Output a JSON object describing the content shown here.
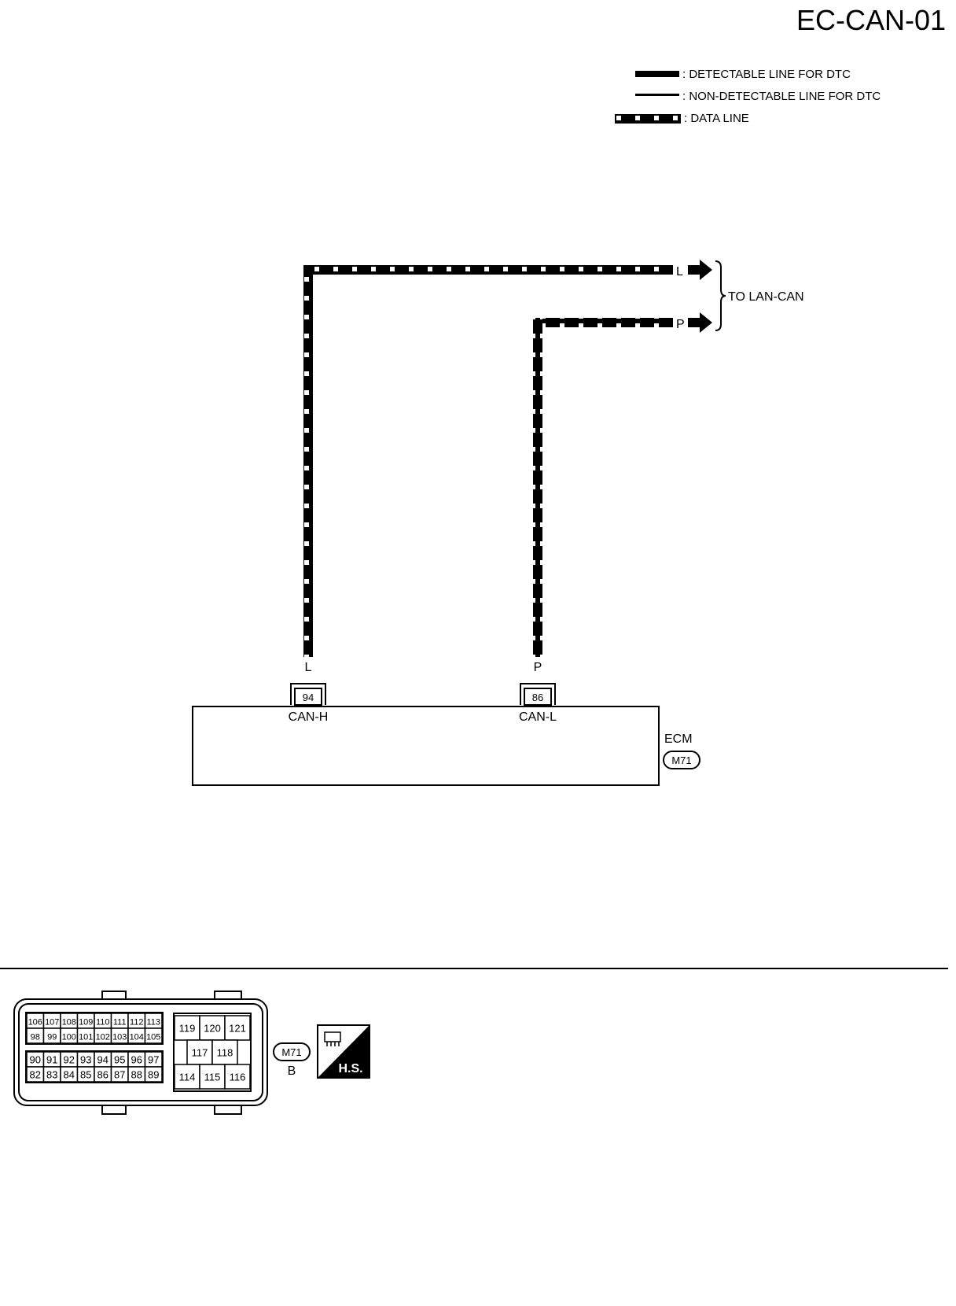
{
  "page_id": "EC-CAN-01",
  "legend": {
    "detectable": ": DETECTABLE LINE FOR DTC",
    "non_detectable": ": NON-DETECTABLE LINE FOR DTC",
    "data_line": ": DATA LINE"
  },
  "wires": {
    "left_top_color": "L",
    "right_top_color": "P",
    "left_bottom_color": "L",
    "right_bottom_color": "P",
    "destination": "TO LAN-CAN"
  },
  "ecm": {
    "name": "ECM",
    "connector_id": "M71",
    "pin_left": "94",
    "pin_left_label": "CAN-H",
    "pin_right": "86",
    "pin_right_label": "CAN-L"
  },
  "connector_view": {
    "connector_id": "M71",
    "color_code": "B",
    "hs_label": "H.S.",
    "left_block_top_row1": [
      "106",
      "107",
      "108",
      "109",
      "110",
      "111",
      "112",
      "113"
    ],
    "left_block_top_row2": [
      "98",
      "99",
      "100",
      "101",
      "102",
      "103",
      "104",
      "105"
    ],
    "left_block_bottom_row1": [
      "90",
      "91",
      "92",
      "93",
      "94",
      "95",
      "96",
      "97"
    ],
    "left_block_bottom_row2": [
      "82",
      "83",
      "84",
      "85",
      "86",
      "87",
      "88",
      "89"
    ],
    "right_block_row1": [
      "119",
      "120",
      "121"
    ],
    "right_block_row2": [
      "117",
      "118"
    ],
    "right_block_row3": [
      "114",
      "115",
      "116"
    ]
  }
}
